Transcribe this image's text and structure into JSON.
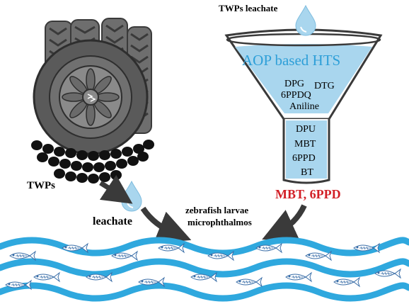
{
  "labels": {
    "top_leachate": "TWPs leachate",
    "aop": "AOP based HTS",
    "twps": "TWPs",
    "leachate": "leachate",
    "effect_line1": "zebrafish larvae",
    "effect_line2": "microphthalmos",
    "result": "MBT, 6PPD"
  },
  "funnel_upper_compounds": [
    "DPG",
    "DTG",
    "6PPDQ",
    "Aniline"
  ],
  "funnel_lower_compounds": [
    "DPU",
    "MBT",
    "6PPD",
    "BT"
  ],
  "colors": {
    "water_blue": "#2fa8de",
    "funnel_fill": "#a9d6ee",
    "aop_text": "#2e9fd8",
    "result_red": "#d21f26",
    "tire_dark": "#5a5a5a",
    "tire_tread": "#6e6e6e",
    "arrow": "#3a3a3a"
  }
}
